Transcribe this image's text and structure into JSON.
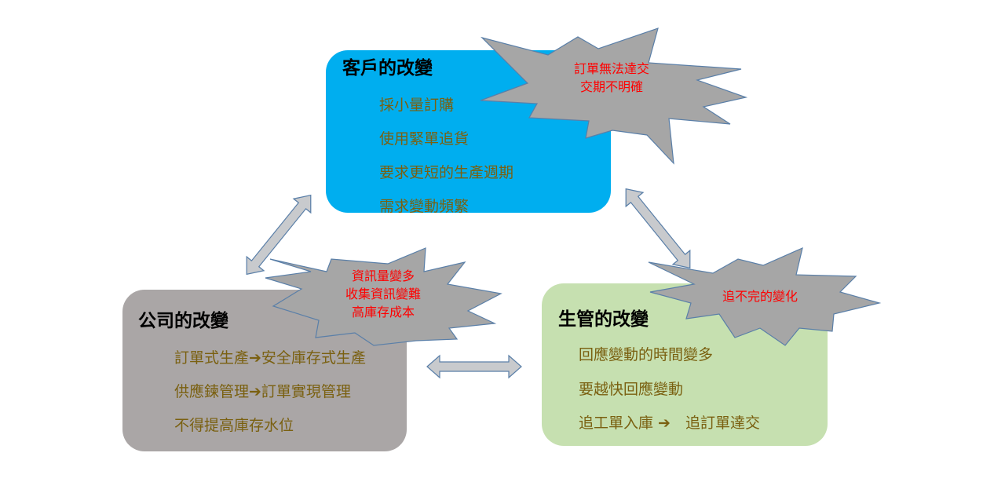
{
  "customer": {
    "title": "客戶的改變",
    "items": [
      "採小量訂購",
      "使用緊單追貨",
      "要求更短的生產週期",
      "需求變動頻繁"
    ]
  },
  "company": {
    "title": "公司的改變",
    "items": [
      "訂單式生產➔安全庫存式生產",
      "供應鍊管理➔訂單實現管理",
      "不得提高庫存水位"
    ]
  },
  "production_control": {
    "title": "生管的改變",
    "items": [
      "回應變動的時間變多",
      "要越快回應變動",
      "追工單入庫 ➔　追訂單達交"
    ]
  },
  "bursts": {
    "customer": [
      "訂單無法達交",
      "交期不明確"
    ],
    "company": [
      "資訊量變多",
      "收集資訊變難",
      "高庫存成本"
    ],
    "production_control": [
      "追不完的變化"
    ]
  },
  "colors": {
    "customer_box": "#00aeef",
    "company_box": "#aaa6a6",
    "pc_box": "#c6e0b0",
    "item_text": "#7a6010",
    "burst_fill": "#a6a6a6",
    "burst_text": "#ff0000",
    "arrow_fill": "#c8cacd"
  }
}
